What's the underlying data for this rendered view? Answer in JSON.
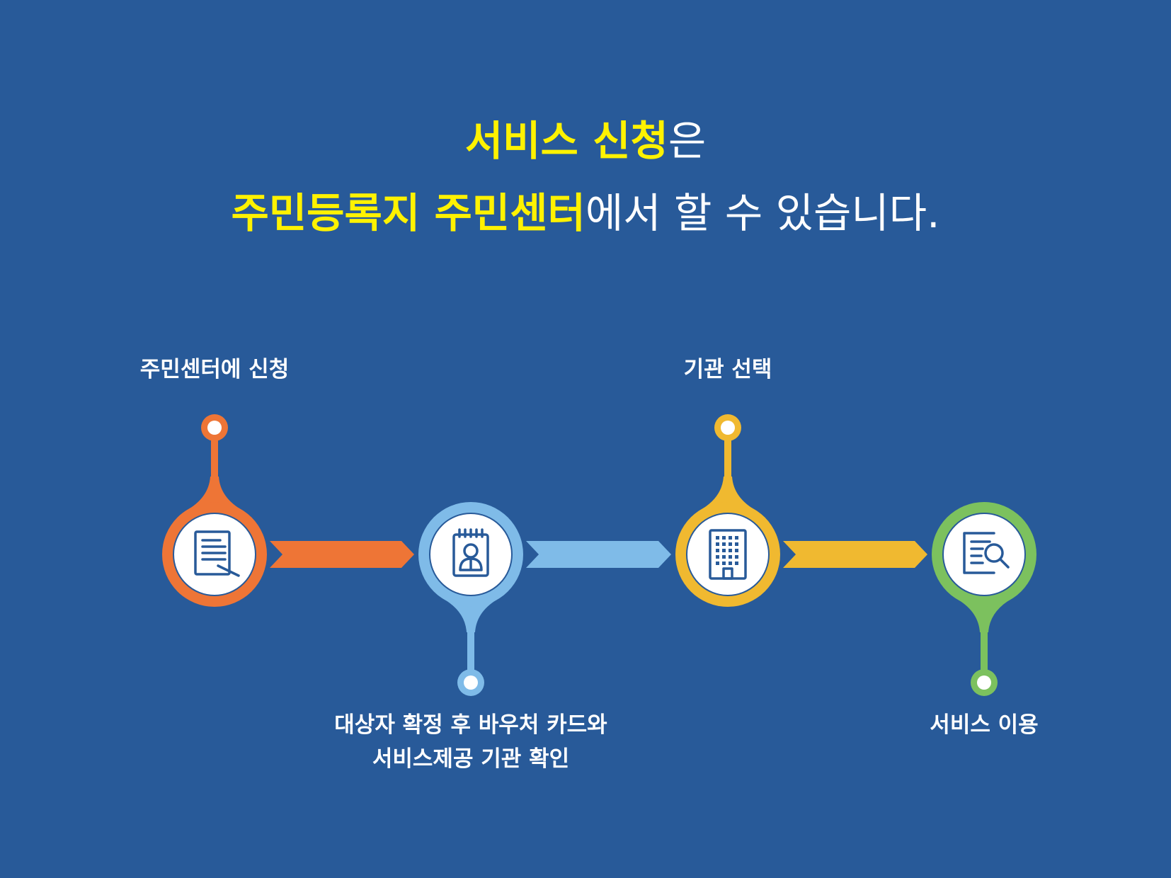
{
  "headline": {
    "line1_highlight": "서비스 신청",
    "line1_rest": "은",
    "line2_highlight": "주민등록지 주민센터",
    "line2_rest": "에서 할 수 있습니다."
  },
  "colors": {
    "background": "#285a99",
    "highlight": "#fff200",
    "step1": "#ee7536",
    "step2": "#7fbbe8",
    "step3": "#f0b930",
    "step4": "#7cc15e",
    "icon": "#285a99"
  },
  "steps": [
    {
      "label_lines": [
        "주민센터에 신청"
      ],
      "icon": "document-pen-icon",
      "label_position": "top"
    },
    {
      "label_lines": [
        "대상자 확정 후 바우처 카드와",
        "서비스제공 기관 확인"
      ],
      "icon": "id-badge-icon",
      "label_position": "bottom"
    },
    {
      "label_lines": [
        "기관 선택"
      ],
      "icon": "building-icon",
      "label_position": "top"
    },
    {
      "label_lines": [
        "서비스 이용"
      ],
      "icon": "document-search-icon",
      "label_position": "bottom"
    }
  ]
}
